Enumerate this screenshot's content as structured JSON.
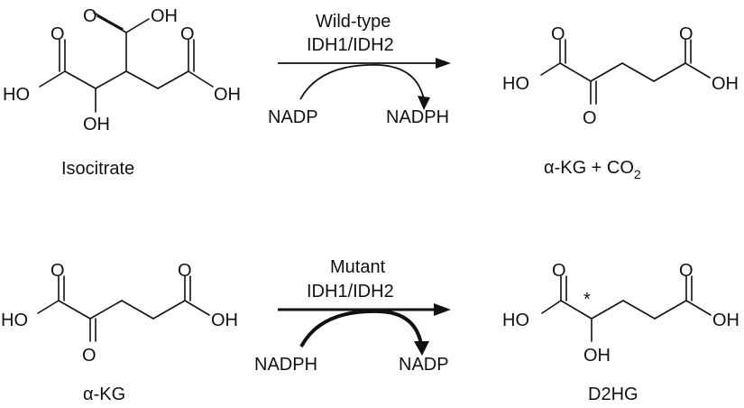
{
  "reactions": [
    {
      "enzyme_line1": "Wild-type",
      "enzyme_line2": "IDH1/IDH2",
      "cofactor_in": "NADP",
      "cofactor_out": "NADPH",
      "substrate_name": "Isocitrate",
      "product_name_main": "α-KG + CO",
      "product_name_sub": "2"
    },
    {
      "enzyme_line1": "Mutant",
      "enzyme_line2": "IDH1/IDH2",
      "cofactor_in": "NADPH",
      "cofactor_out": "NADP",
      "substrate_name": "α-KG",
      "product_name": "D2HG",
      "stereo_mark": "*"
    }
  ],
  "atoms": {
    "O": "O",
    "OH": "OH",
    "HO": "HO"
  }
}
